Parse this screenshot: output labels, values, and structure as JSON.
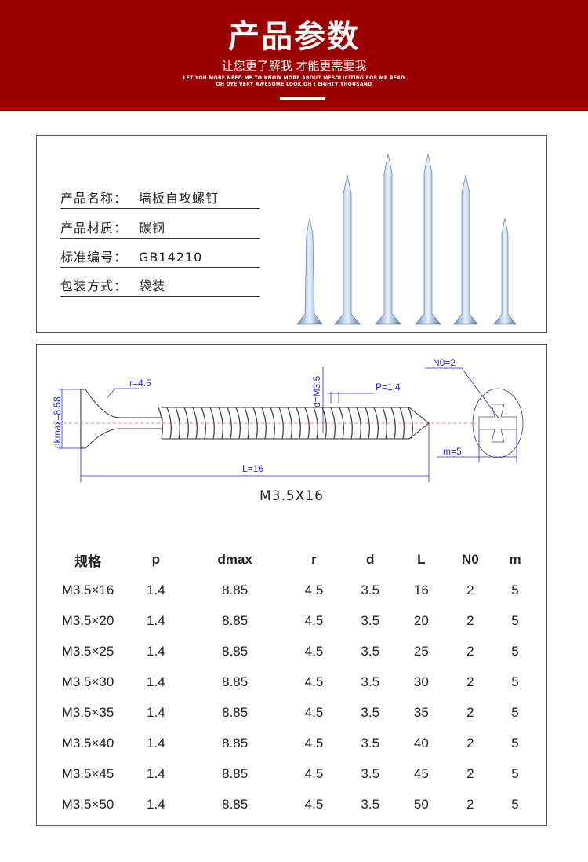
{
  "header": {
    "title": "产品参数",
    "subtitle": "让您更了解我 才能更需要我",
    "english_line1": "LET YOU MORE NEED ME TO KNOW MORE ABOUT MESOLICITING FOR ME READ",
    "english_line2": "OH DYE VERY AWESOME LOOK OH I EIGHTY THOUSAND"
  },
  "info": [
    {
      "label": "产品名称：",
      "value": "墙板自攻螺钉"
    },
    {
      "label": "产品材质：",
      "value": "碳钢"
    },
    {
      "label": "标准编号：",
      "value": "GB14210"
    },
    {
      "label": "包装方式：",
      "value": "袋装"
    }
  ],
  "drawing": {
    "r": "r=4.5",
    "dk": "dkmax=8.58",
    "d": "d=M3.5",
    "p": "P=1.4",
    "L": "L=16",
    "n0": "N0=2",
    "m": "m=5",
    "caption": "M3.5X16"
  },
  "table": {
    "headers": [
      "规格",
      "p",
      "dmax",
      "r",
      "d",
      "L",
      "N0",
      "m"
    ],
    "rows": [
      [
        "M3.5×16",
        "1.4",
        "8.85",
        "4.5",
        "3.5",
        "16",
        "2",
        "5"
      ],
      [
        "M3.5×20",
        "1.4",
        "8.85",
        "4.5",
        "3.5",
        "20",
        "2",
        "5"
      ],
      [
        "M3.5×25",
        "1.4",
        "8.85",
        "4.5",
        "3.5",
        "25",
        "2",
        "5"
      ],
      [
        "M3.5×30",
        "1.4",
        "8.85",
        "4.5",
        "3.5",
        "30",
        "2",
        "5"
      ],
      [
        "M3.5×35",
        "1.4",
        "8.85",
        "4.5",
        "3.5",
        "35",
        "2",
        "5"
      ],
      [
        "M3.5×40",
        "1.4",
        "8.85",
        "4.5",
        "3.5",
        "40",
        "2",
        "5"
      ],
      [
        "M3.5×45",
        "1.4",
        "8.85",
        "4.5",
        "3.5",
        "45",
        "2",
        "5"
      ],
      [
        "M3.5×50",
        "1.4",
        "8.85",
        "4.5",
        "3.5",
        "50",
        "2",
        "5"
      ]
    ]
  }
}
